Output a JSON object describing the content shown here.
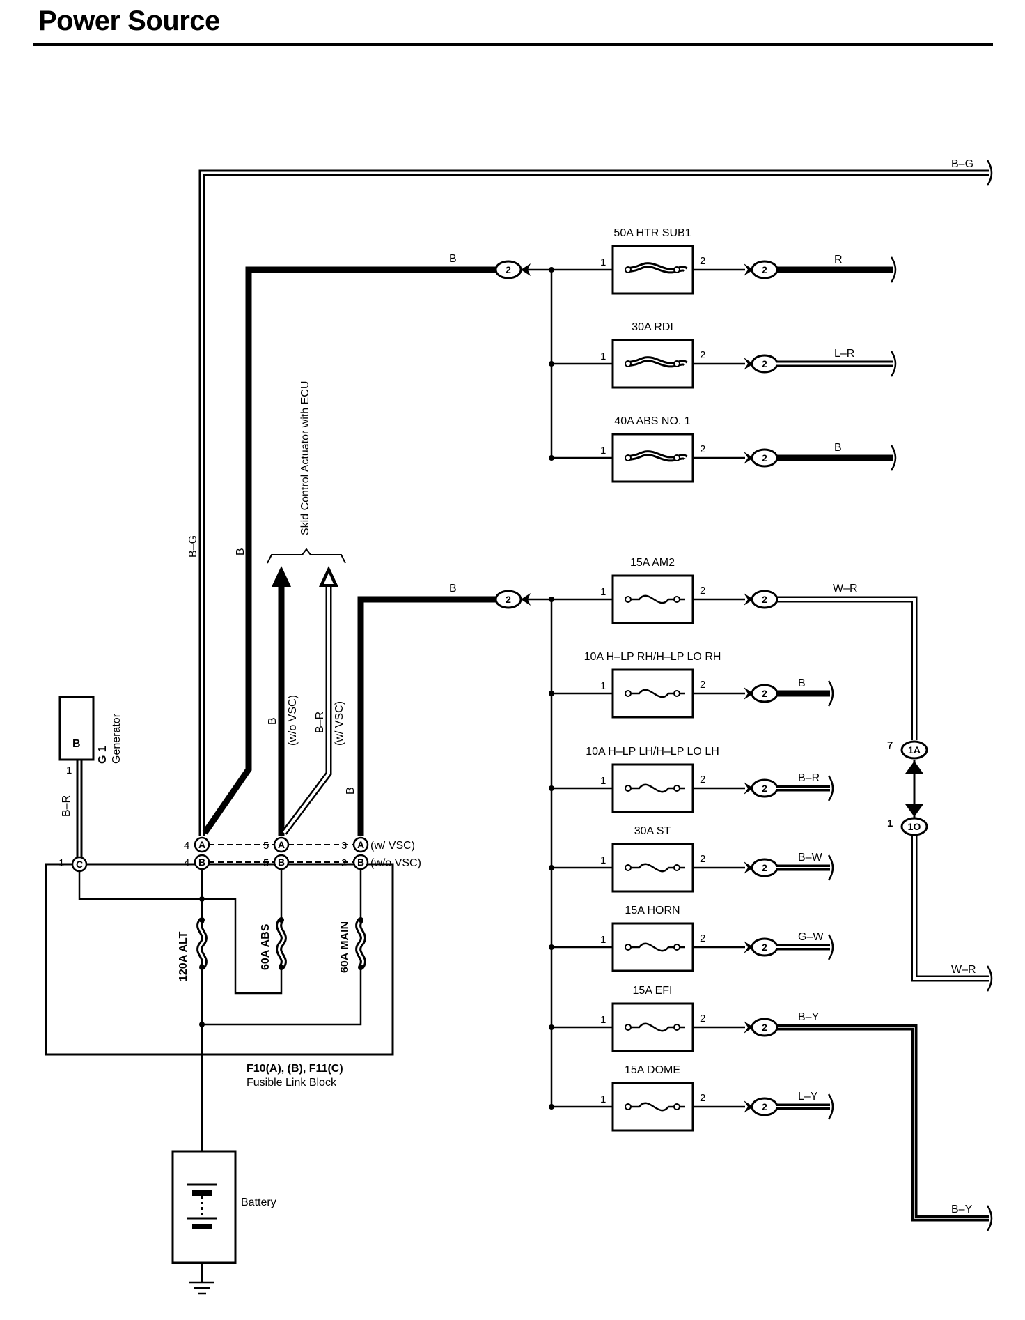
{
  "title": "Power Source",
  "wires": {
    "bg_top": "B–G",
    "bg_vertical": "B–G",
    "b_vertical": "B",
    "b_upper_bus": "B",
    "b_lower_bus": "B",
    "b_main_vertical": "B",
    "br_generator": "B–R",
    "b_skid": "B",
    "b_skid_cond": "(w/o VSC)",
    "br_skid": "B–R",
    "br_skid_cond": "(w/ VSC)",
    "wr_out": "W–R",
    "wr_bottom": "W–R",
    "by_bottom": "B–Y"
  },
  "skid_label": "Skid Control Actuator with ECU",
  "generator": {
    "code": "G 1",
    "name": "Generator",
    "pin": "1",
    "terminal": "B"
  },
  "fusible_block": {
    "title": "F10(A), (B), F11(C)",
    "subtitle": "Fusible Link Block",
    "fuses": [
      "120A ALT",
      "60A ABS",
      "60A MAIN"
    ],
    "row_a": {
      "pins": [
        "4",
        "5",
        "3"
      ],
      "letter": "A",
      "condition": "(w/ VSC)"
    },
    "row_b": {
      "pins": [
        "4",
        "5",
        "2"
      ],
      "letter": "B",
      "condition": "(w/o VSC)"
    },
    "c_pin": "1",
    "c_letter": "C"
  },
  "battery": "Battery",
  "upper_fuses": [
    {
      "name": "50A HTR SUB1",
      "wire": "R"
    },
    {
      "name": "30A RDI",
      "wire": "L–R"
    },
    {
      "name": "40A ABS NO. 1",
      "wire": "B"
    }
  ],
  "lower_fuses": [
    {
      "name": "15A AM2",
      "wire": "W–R"
    },
    {
      "name": "10A H–LP RH/H–LP LO RH",
      "wire": "B"
    },
    {
      "name": "10A H–LP LH/H–LP LO LH",
      "wire": "B–R"
    },
    {
      "name": "30A ST",
      "wire": "B–W"
    },
    {
      "name": "15A HORN",
      "wire": "G–W"
    },
    {
      "name": "15A EFI",
      "wire": "B–Y"
    },
    {
      "name": "15A DOME",
      "wire": "L–Y"
    }
  ],
  "fuse_pins": {
    "in": "1",
    "out": "2"
  },
  "connector_2": "2",
  "junction_1a": {
    "code": "1A",
    "pin": "7"
  },
  "junction_1o": {
    "code": "1O",
    "pin": "1"
  }
}
